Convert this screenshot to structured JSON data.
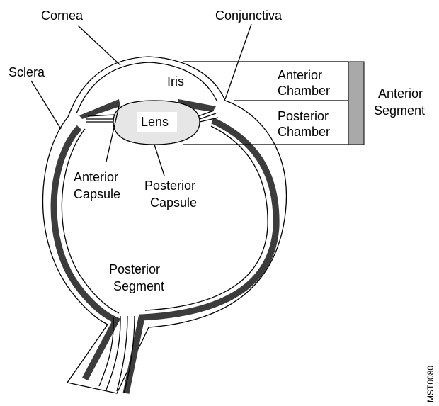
{
  "labels": {
    "cornea": "Cornea",
    "conjunctiva": "Conjunctiva",
    "sclera": "Sclera",
    "iris": "Iris",
    "lens": "Lens",
    "anterior_chamber_1": "Anterior",
    "anterior_chamber_2": "Chamber",
    "posterior_chamber_1": "Posterior",
    "posterior_chamber_2": "Chamber",
    "anterior_segment_1": "Anterior",
    "anterior_segment_2": "Segment",
    "anterior_capsule_1": "Anterior",
    "anterior_capsule_2": "Capsule",
    "posterior_capsule_1": "Posterior",
    "posterior_capsule_2": "Capsule",
    "posterior_segment_1": "Posterior",
    "posterior_segment_2": "Segment"
  },
  "figure_id": "MST0080",
  "colors": {
    "ink": "#000000",
    "segment_bar": "#a9a9a9",
    "choroid_band": "#3c3c3c",
    "lens_fill": "#e6e6e6",
    "lens_label_box": "#ffffff"
  }
}
